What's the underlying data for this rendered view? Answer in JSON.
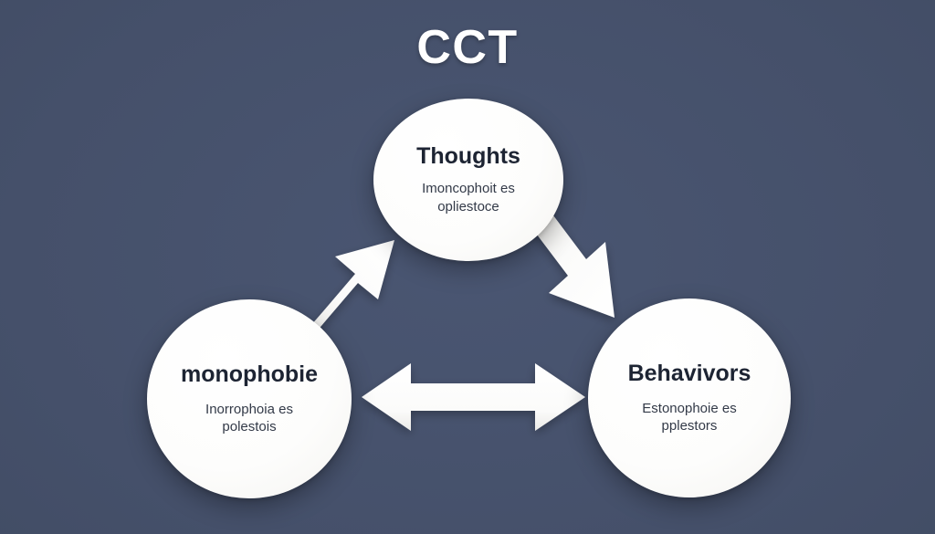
{
  "diagram": {
    "title": "CCT",
    "background_color": "#455068",
    "node_fill_color": "#fdfdfc",
    "title_color": "#ffffff",
    "node_title_color": "#1d2433",
    "node_subtitle_color": "#333a48",
    "arrow_color": "#ffffff",
    "nodes": [
      {
        "id": "thoughts",
        "title": "Thoughts",
        "subtitle_line1": "Imoncophoit es",
        "subtitle_line2": "opliestoce",
        "position": "top"
      },
      {
        "id": "monophobie",
        "title": "monophobie",
        "subtitle_line1": "Inorrophoia es",
        "subtitle_line2": "polestois",
        "position": "bottom-left"
      },
      {
        "id": "behavivors",
        "title": "Behavivors",
        "subtitle_line1": "Estonophoie es",
        "subtitle_line2": "pplestors",
        "position": "bottom-right"
      }
    ],
    "connectors": [
      {
        "id": "left-to-top",
        "from": "monophobie",
        "to": "thoughts",
        "heads": "single",
        "direction": "up-right"
      },
      {
        "id": "top-to-right",
        "from": "thoughts",
        "to": "behavivors",
        "heads": "single",
        "direction": "down-right"
      },
      {
        "id": "left-to-right",
        "from": "monophobie",
        "to": "behavivors",
        "heads": "double",
        "direction": "horizontal"
      }
    ]
  }
}
